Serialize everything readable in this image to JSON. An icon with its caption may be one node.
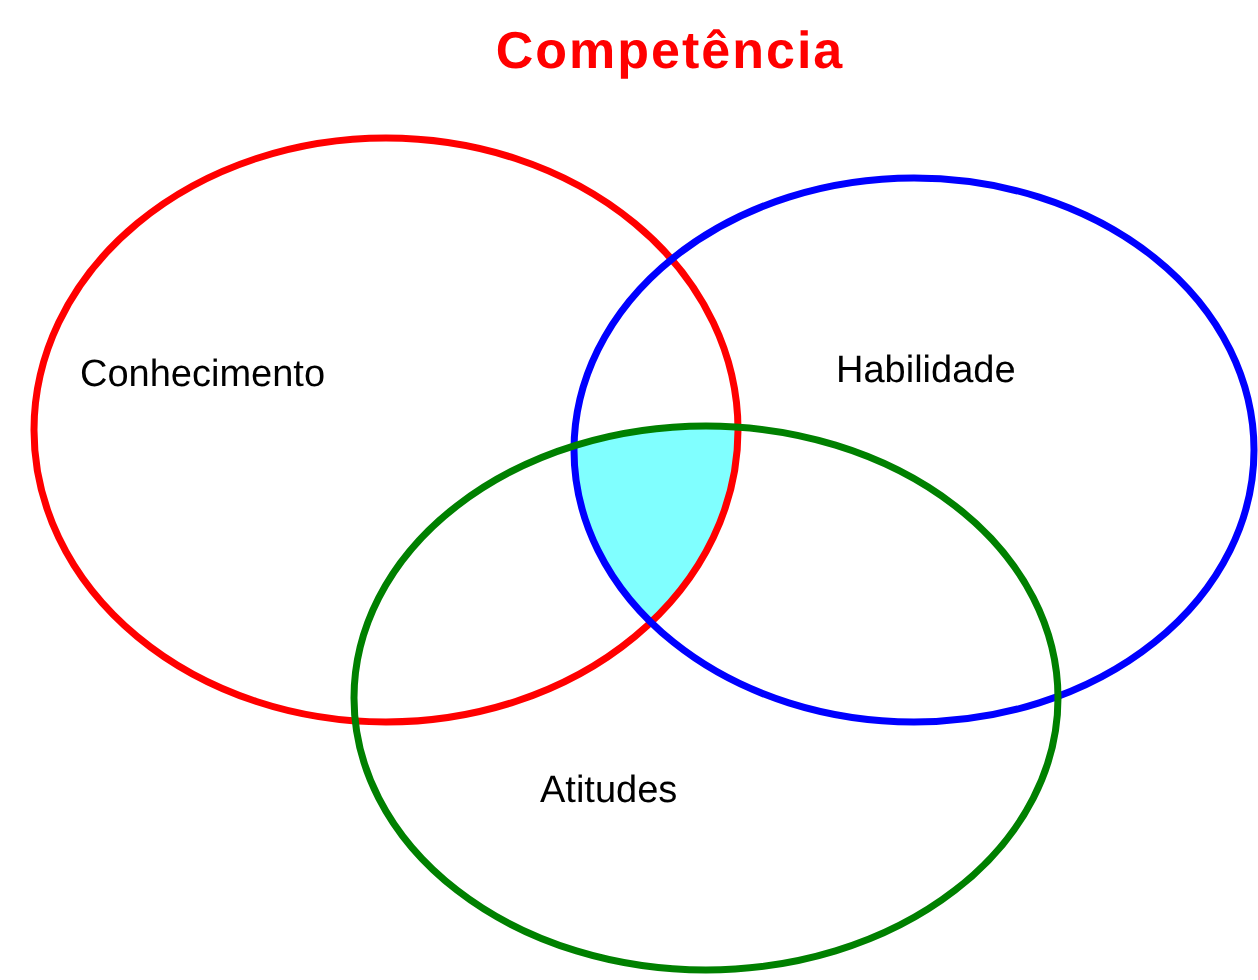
{
  "diagram": {
    "title": "Competência",
    "nodes": [
      {
        "text": [
          "Conhecimento"
        ]
      },
      {
        "text": [
          "Habilidade"
        ]
      },
      {
        "text": [
          "Atitudes"
        ]
      }
    ]
  }
}
